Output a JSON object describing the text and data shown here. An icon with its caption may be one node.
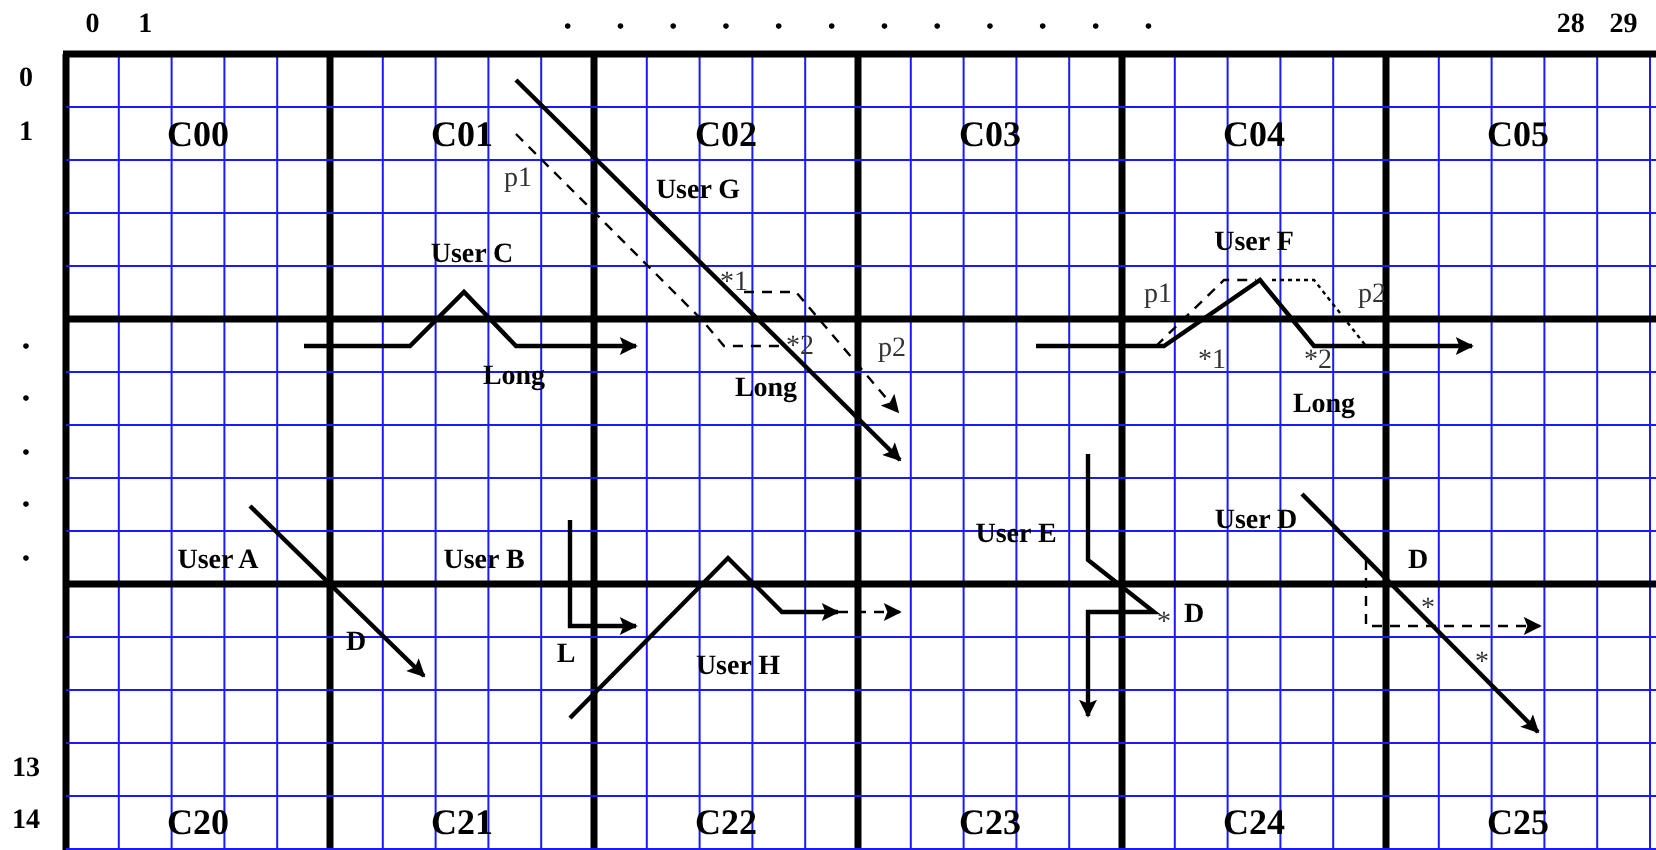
{
  "diagram": {
    "labels": [
      "0",
      "1",
      "•",
      "•",
      "•",
      "•",
      "•",
      "•",
      "•",
      "•",
      "•",
      "•",
      "•",
      "•",
      "28",
      "29",
      "0",
      "1",
      "•",
      "•",
      "•",
      "•",
      "•",
      "13",
      "14",
      "C00",
      "C01",
      "C02",
      "C03",
      "C04",
      "C05",
      "p1",
      "User G",
      "User F",
      "User C",
      "*1",
      "p1",
      "p2",
      "*2",
      "p2",
      "*1",
      "*2",
      "Long",
      "Long",
      "Long",
      "User D",
      "User E",
      "User A",
      "User B",
      "D",
      "*",
      "D",
      "*",
      "D",
      "L",
      "*",
      "User H",
      "C20",
      "C21",
      "C22",
      "C23",
      "C24",
      "C25"
    ]
  }
}
